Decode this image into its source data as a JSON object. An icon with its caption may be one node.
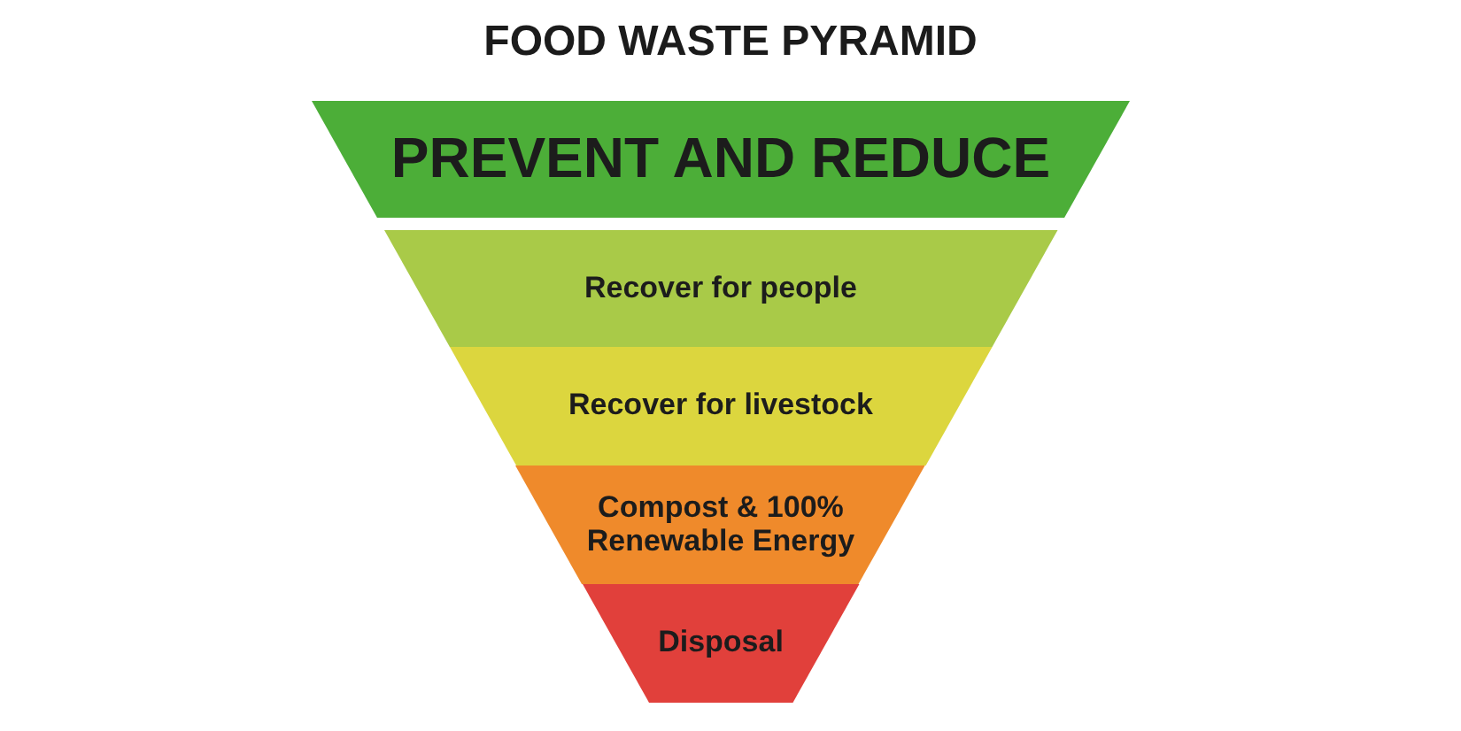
{
  "diagram": {
    "title": "FOOD WASTE PYRAMID",
    "nodes": [
      {
        "text": [
          "PREVENT AND REDUCE"
        ]
      },
      {
        "text": [
          "Recover for people"
        ]
      },
      {
        "text": [
          "Recover for livestock"
        ]
      },
      {
        "text": [
          "Compost & 100% Renewable Energy"
        ]
      },
      {
        "text": [
          "Disposal"
        ]
      }
    ]
  }
}
